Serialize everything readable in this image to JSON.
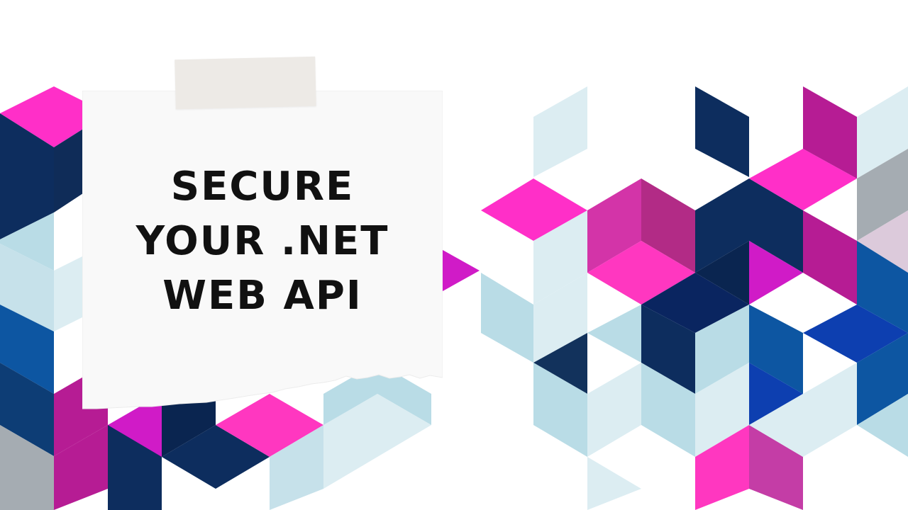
{
  "slide": {
    "title_lines": [
      "SECURE",
      "YOUR .NET",
      "WEB API"
    ]
  },
  "palette": {
    "magenta": "#ff2fc8",
    "purple": "#b61c94",
    "navy": "#0d2d5e",
    "blue": "#0d56a2",
    "light_blue": "#b9dce6",
    "pale_blue": "#dcedf2",
    "gray": "#a5acb2",
    "note_paper": "#f9f9f9",
    "tape": "#edeae6",
    "text": "#111111"
  }
}
